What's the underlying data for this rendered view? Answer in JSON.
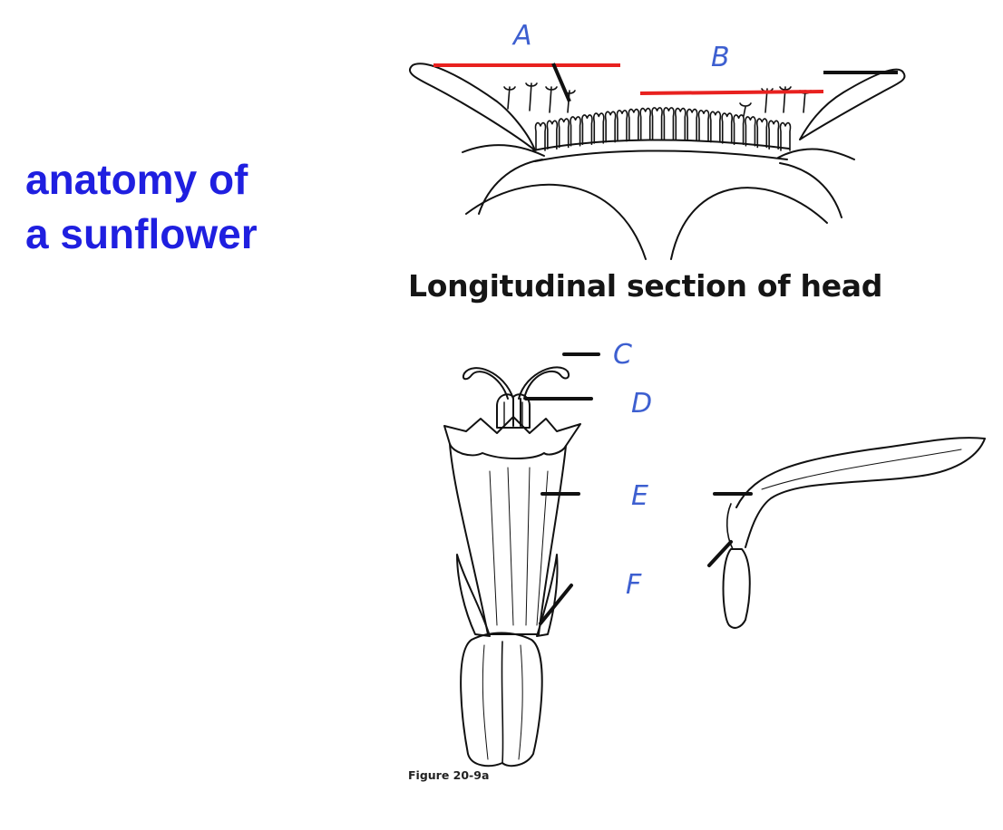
{
  "title": {
    "line1": "anatomy of",
    "line2": "a sunflower"
  },
  "caption": "Longitudinal section of head",
  "figure_label": "Figure 20-9a",
  "labels": {
    "a": "A",
    "b": "B",
    "c": "C",
    "d": "D",
    "e": "E",
    "f": "F"
  },
  "colors": {
    "title": "#1f1fe0",
    "highlight_line": "#e8211f",
    "handwriting": "#3d5fd0",
    "leader_line": "#111111"
  }
}
